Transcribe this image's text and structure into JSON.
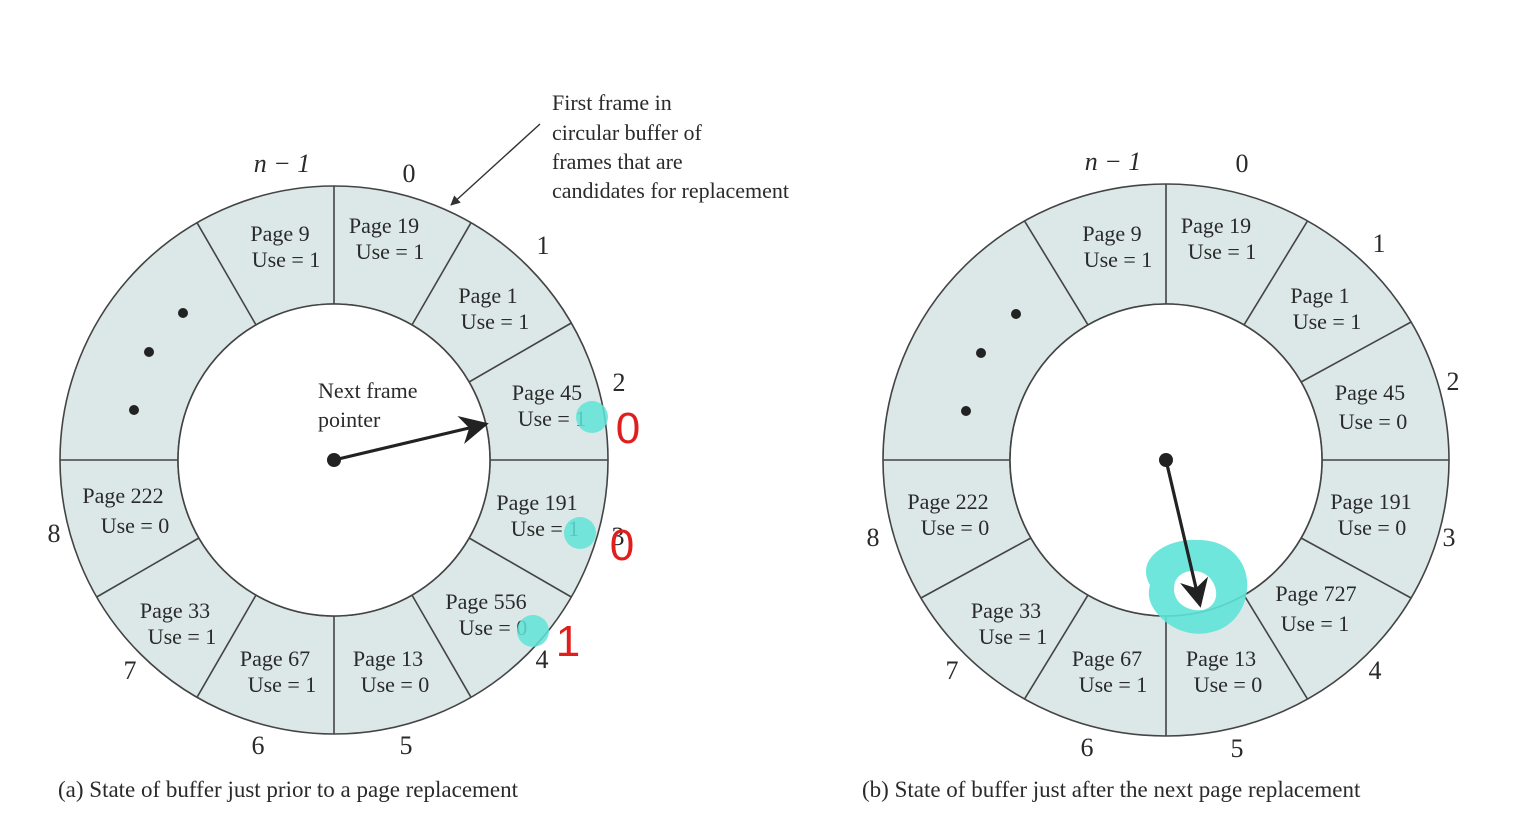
{
  "colors": {
    "ring_fill": "#dbe8e7",
    "highlight": "#5fe3d7",
    "annotation": "#e11d1d"
  },
  "diagram_a": {
    "caption": "(a) State of buffer just prior to a page replacement",
    "callout": [
      "First frame in",
      "circular buffer of",
      "frames that are",
      "candidates for replacement"
    ],
    "pointer_label": [
      "Next frame",
      "pointer"
    ],
    "frames": [
      {
        "page": "Page 19",
        "use": "Use = 1"
      },
      {
        "page": "Page 1",
        "use": "Use = 1"
      },
      {
        "page": "Page 45",
        "use": "Use = 1"
      },
      {
        "page": "Page 191",
        "use": "Use = 1"
      },
      {
        "page": "Page 556",
        "use": "Use = 0"
      },
      {
        "page": "Page 13",
        "use": "Use = 0"
      },
      {
        "page": "Page 67",
        "use": "Use = 1"
      },
      {
        "page": "Page 33",
        "use": "Use = 1"
      },
      {
        "page": "Page 222",
        "use": "Use = 0"
      },
      {
        "page": "Page 9",
        "use": "Use = 1"
      }
    ],
    "handwritten": [
      "0",
      "0",
      "1"
    ]
  },
  "diagram_b": {
    "caption": "(b) State of buffer just after the next page replacement",
    "frames": [
      {
        "page": "Page 19",
        "use": "Use = 1"
      },
      {
        "page": "Page 1",
        "use": "Use = 1"
      },
      {
        "page": "Page 45",
        "use": "Use = 0"
      },
      {
        "page": "Page 191",
        "use": "Use = 0"
      },
      {
        "page": "Page 727",
        "use": "Use = 1"
      },
      {
        "page": "Page 13",
        "use": "Use = 0"
      },
      {
        "page": "Page 67",
        "use": "Use = 1"
      },
      {
        "page": "Page 33",
        "use": "Use = 1"
      },
      {
        "page": "Page 222",
        "use": "Use = 0"
      },
      {
        "page": "Page 9",
        "use": "Use = 1"
      }
    ]
  },
  "index_labels": [
    "n − 1",
    "0",
    "1",
    "2",
    "3",
    "4",
    "5",
    "6",
    "7",
    "8"
  ]
}
